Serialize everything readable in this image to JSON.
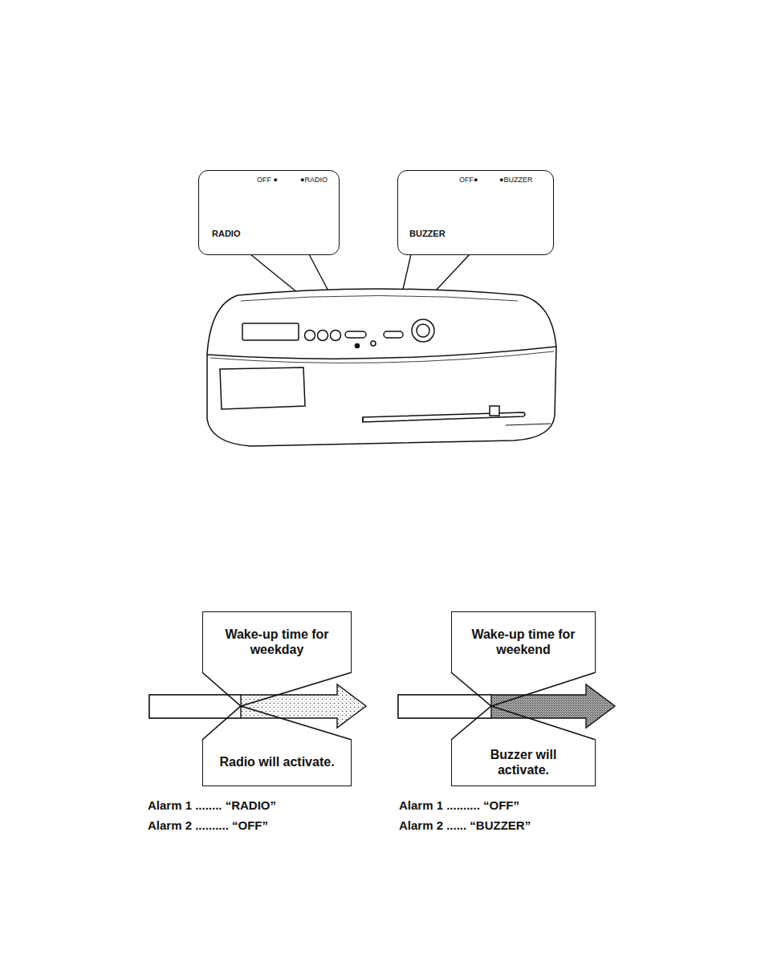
{
  "diagram": {
    "nodes": [
      {
        "text": [
          "OFF ●",
          "●RADIO",
          "RADIO"
        ]
      },
      {
        "text": [
          "OFF●",
          "●BUZZER",
          "BUZZER"
        ]
      },
      {
        "text": [
          "Wake-up time for weekday"
        ]
      },
      {
        "text": [
          "Radio will activate."
        ]
      },
      {
        "text": [
          "Wake-up time for weekend"
        ]
      },
      {
        "text": [
          "Buzzer will activate."
        ]
      }
    ],
    "labels": [
      "Alarm 1 ........ “RADIO”",
      "Alarm 2 .......... “OFF”",
      "Alarm 1 .......... “OFF”",
      "Alarm 2 ...... “BUZZER”"
    ]
  }
}
